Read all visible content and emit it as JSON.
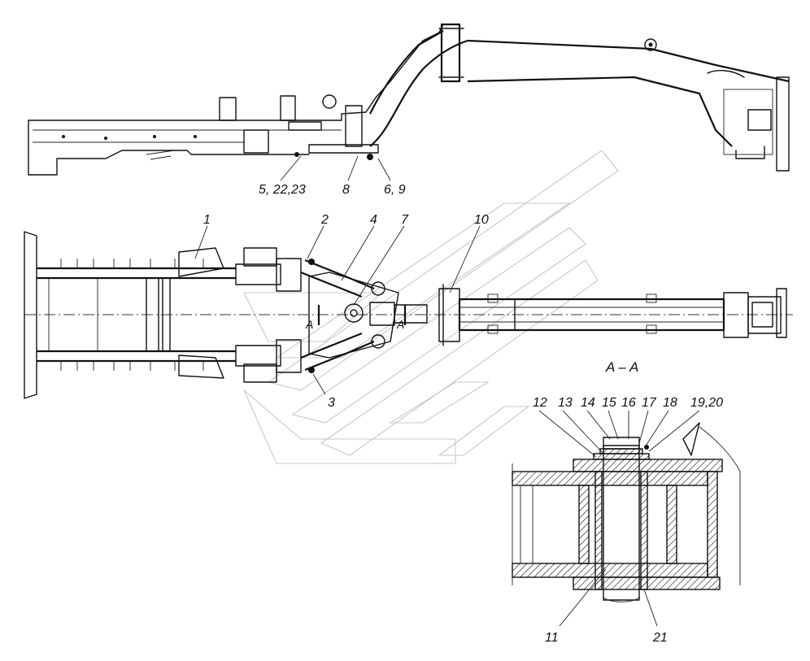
{
  "callouts": {
    "c1": "1",
    "c2": "2",
    "c3": "3",
    "c4": "4",
    "c7": "7",
    "c10": "10",
    "c5_22_23": "5, 22,23",
    "c8": "8",
    "c6_9": "6, 9",
    "c11": "11",
    "c12": "12",
    "c13": "13",
    "c14": "14",
    "c15": "15",
    "c16": "16",
    "c17": "17",
    "c18": "18",
    "c19_20": "19,20",
    "c21": "21"
  },
  "section": {
    "title": "A – A",
    "marker_left": "A",
    "marker_right": "A"
  },
  "colors": {
    "line": "#111111",
    "watermark": "#c8c8c8",
    "background": "#ffffff"
  }
}
